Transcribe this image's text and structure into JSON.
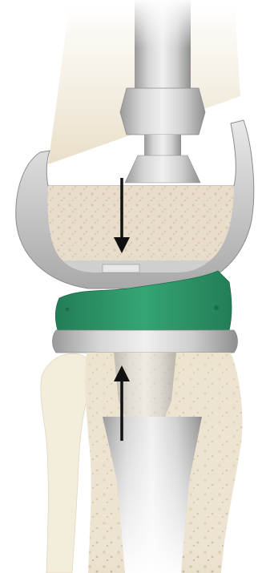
{
  "figure": {
    "subject": "knee-implant-cross-section",
    "colors": {
      "background": "#ffffff",
      "bone_light": "#f1ead8",
      "bone_shadow": "#d9cfb6",
      "cancellous": "#e6d7c5",
      "metal_light": "#e4e4e4",
      "metal_mid": "#bdbdbd",
      "metal_dark": "#8e8e8e",
      "insert_green": "#2f9a6c",
      "insert_green_dark": "#1f7a52",
      "arrow": "#111111"
    },
    "arrows": [
      {
        "name": "femoral-load-arrow",
        "direction": "down"
      },
      {
        "name": "tibial-load-arrow",
        "direction": "up"
      }
    ]
  }
}
